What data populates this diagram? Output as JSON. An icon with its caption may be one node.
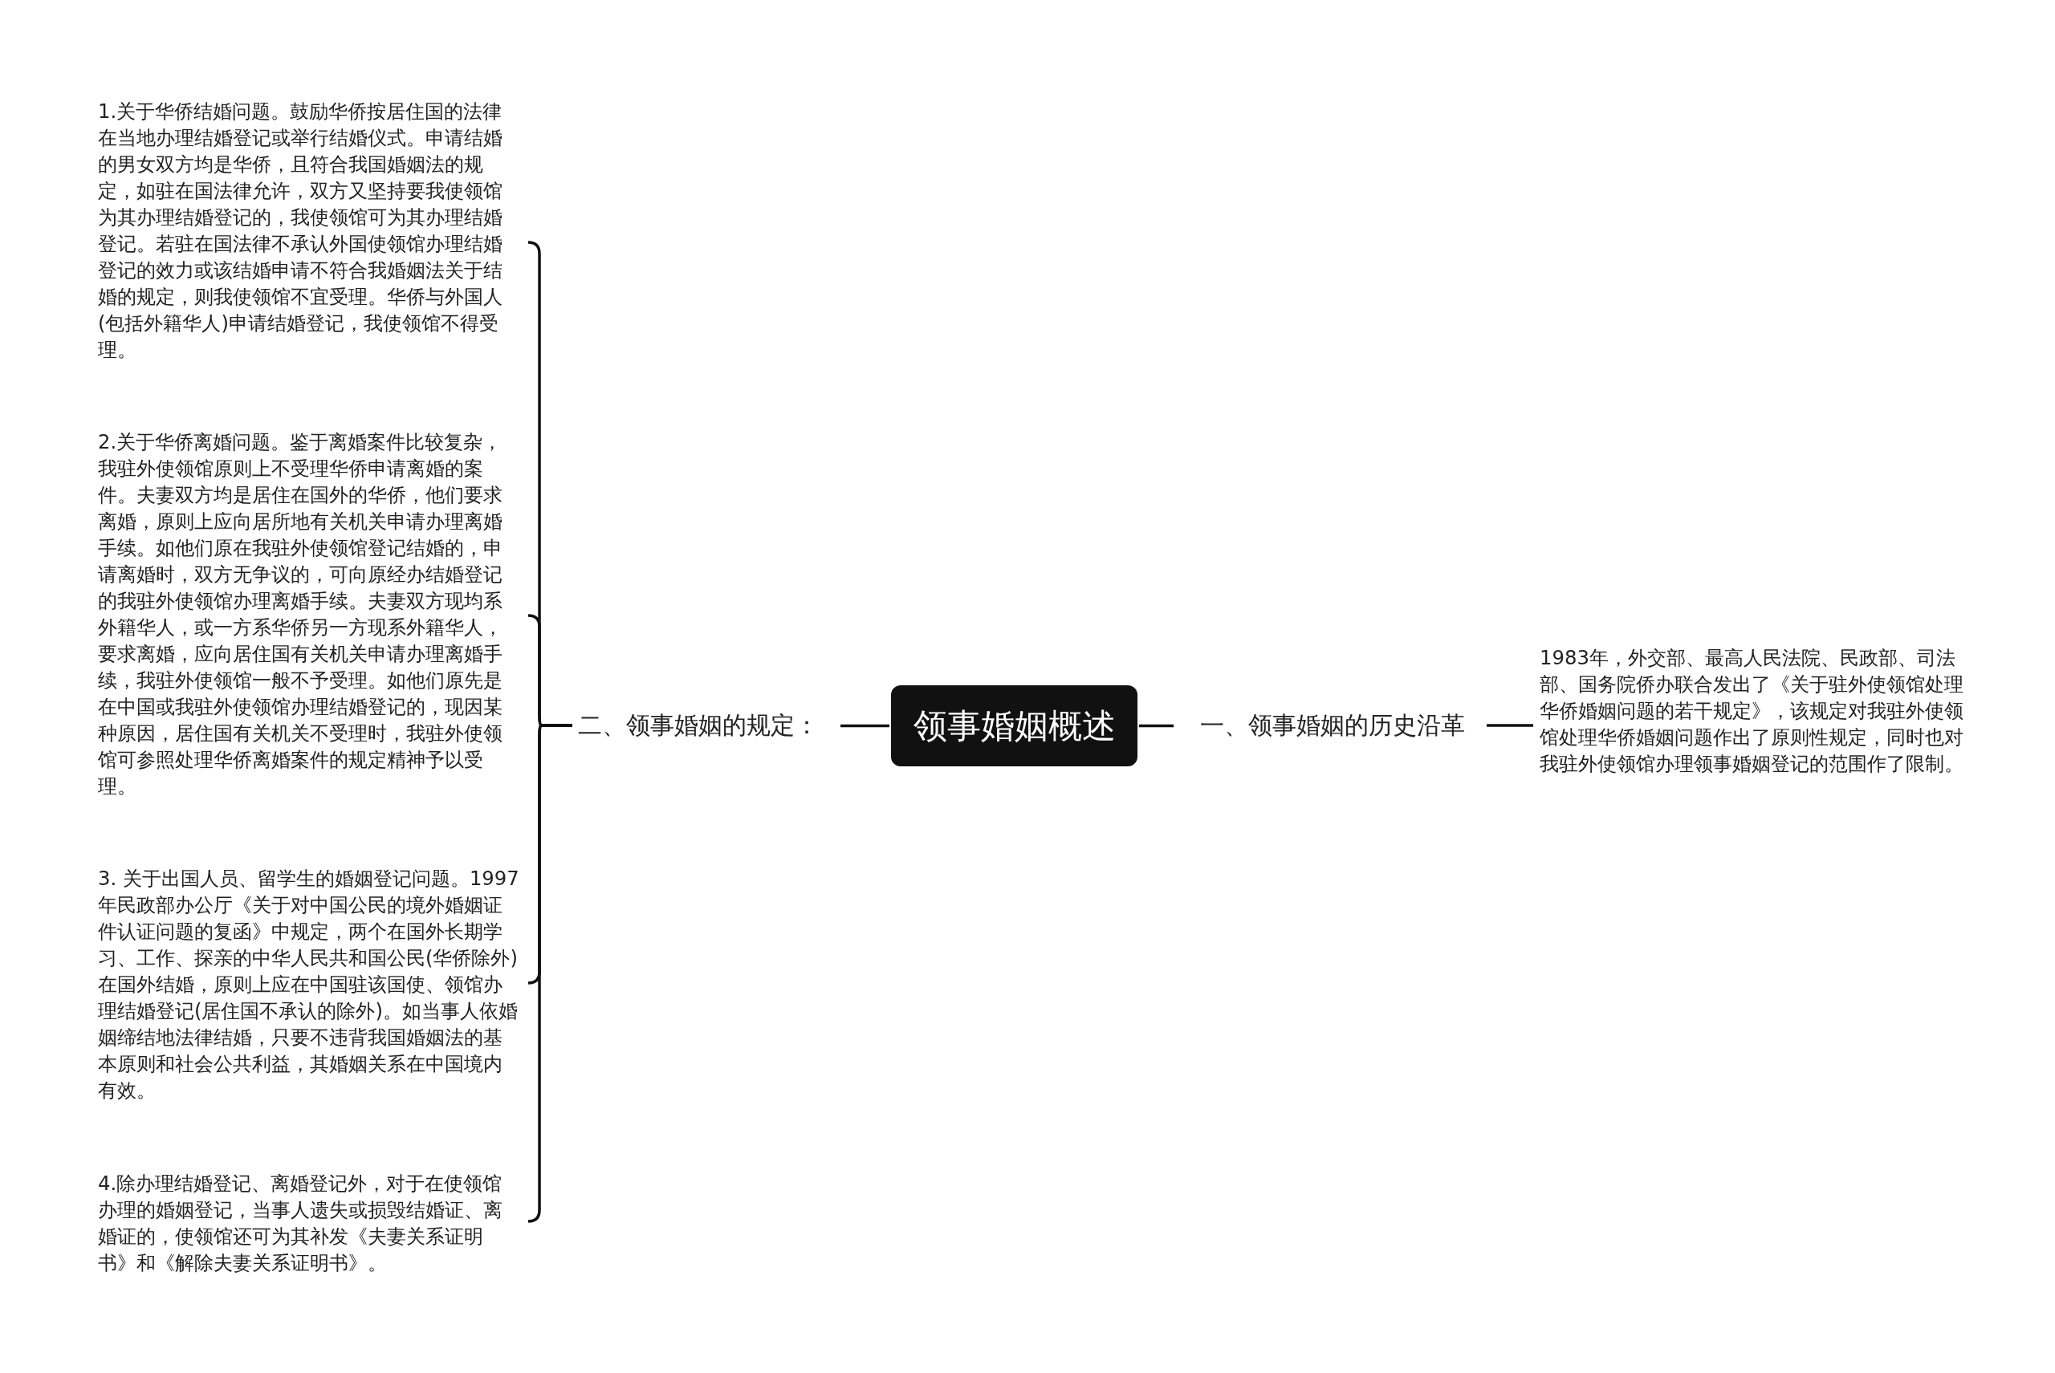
{
  "diagram": {
    "nodes": [
      {
        "text": [
          "领事婚姻概述"
        ]
      },
      {
        "text": [
          "一、领事婚姻的历史沿革"
        ]
      },
      {
        "text": [
          "1983年，外交部、最高人民法院、民政部、司法部、国务院侨办联合发出了《关于驻外使领馆处理华侨婚姻问题的若干规定》，该规定对我驻外使领馆处理华侨婚姻问题作出了原则性规定，同时也对我驻外使领馆办理领事婚姻登记的范围作了限制。"
        ]
      },
      {
        "text": [
          "二、领事婚姻的规定："
        ]
      },
      {
        "text": [
          "1.关于华侨结婚问题。鼓励华侨按居住国的法律在当地办理结婚登记或举行结婚仪式。申请结婚的男女双方均是华侨，且符合我国婚姻法的规定，如驻在国法律允许，双方又坚持要我使领馆为其办理结婚登记的，我使领馆可为其办理结婚登记。若驻在国法律不承认外国使领馆办理结婚登记的效力或该结婚申请不符合我婚姻法关于结婚的规定，则我使领馆不宜受理。华侨与外国人(包括外籍华人)申请结婚登记，我使领馆不得受理。"
        ]
      },
      {
        "text": [
          "2.关于华侨离婚问题。鉴于离婚案件比较复杂，我驻外使领馆原则上不受理华侨申请离婚的案件。夫妻双方均是居住在国外的华侨，他们要求离婚，原则上应向居所地有关机关申请办理离婚手续。如他们原在我驻外使领馆登记结婚的，申请离婚时，双方无争议的，可向原经办结婚登记的我驻外使领馆办理离婚手续。夫妻双方现均系外籍华人，或一方系华侨另一方现系外籍华人，要求离婚，应向居住国有关机关申请办理离婚手续，我驻外使领馆一般不予受理。如他们原先是在中国或我驻外使领馆办理结婚登记的，现因某种原因，居住国有关机关不受理时，我驻外使领馆可参照处理华侨离婚案件的规定精神予以受理。"
        ]
      },
      {
        "text": [
          "3. 关于出国人员、留学生的婚姻登记问题。1997年民政部办公厅《关于对中国公民的境外婚姻证件认证问题的复函》中规定，两个在国外长期学习、工作、探亲的中华人民共和国公民(华侨除外)在国外结婚，原则上应在中国驻该国使、领馆办理结婚登记(居住国不承认的除外)。如当事人依婚姻缔结地法律结婚，只要不违背我国婚姻法的基本原则和社会公共利益，其婚姻关系在中国境内有效。"
        ]
      },
      {
        "text": [
          "4.除办理结婚登记、离婚登记外，对于在使领馆办理的婚姻登记，当事人遗失或损毁结婚证、离婚证的，使领馆还可为其补发《夫妻关系证明书》和《解除夫妻关系证明书》。"
        ]
      }
    ],
    "edges": [
      {
        "from": 0,
        "to": 1,
        "arrow": "none"
      },
      {
        "from": 1,
        "to": 2,
        "arrow": "none"
      },
      {
        "from": 0,
        "to": 3,
        "arrow": "none"
      },
      {
        "from": 3,
        "to": 4,
        "arrow": "none"
      },
      {
        "from": 3,
        "to": 5,
        "arrow": "none"
      },
      {
        "from": 3,
        "to": 6,
        "arrow": "none"
      },
      {
        "from": 3,
        "to": 7,
        "arrow": "none"
      }
    ]
  }
}
